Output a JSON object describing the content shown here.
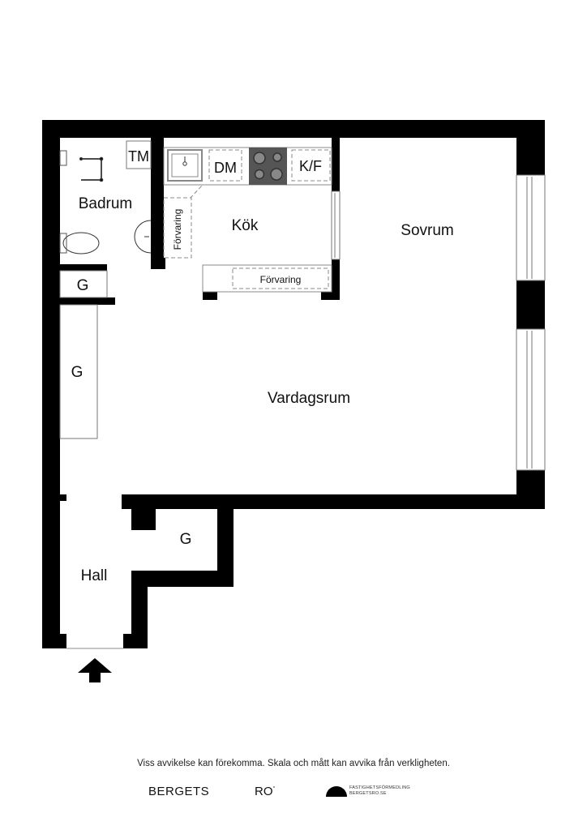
{
  "floorplan": {
    "rooms": {
      "badrum": "Badrum",
      "kok": "Kök",
      "sovrum": "Sovrum",
      "vardagsrum": "Vardagsrum",
      "hall": "Hall"
    },
    "fixtures": {
      "tm": "TM",
      "dm": "DM",
      "kf": "K/F",
      "forvaring_vertical": "Förvaring",
      "forvaring_horizontal": "Förvaring",
      "closet_g1": "G",
      "closet_g2": "G",
      "closet_g3": "G"
    },
    "colors": {
      "wall": "#000000",
      "stove": "#555555",
      "line": "#888888",
      "background": "#ffffff"
    }
  },
  "footer": {
    "disclaimer": "Viss avvikelse kan förekomma. Skala och mått kan avvika från verkligheten.",
    "logo_bergets": "BERGETS",
    "logo_ro": "RO",
    "logo_text_line1": "FASTIGHETSFÖRMEDLING",
    "logo_text_line2": "BERGETSRO.SE"
  }
}
